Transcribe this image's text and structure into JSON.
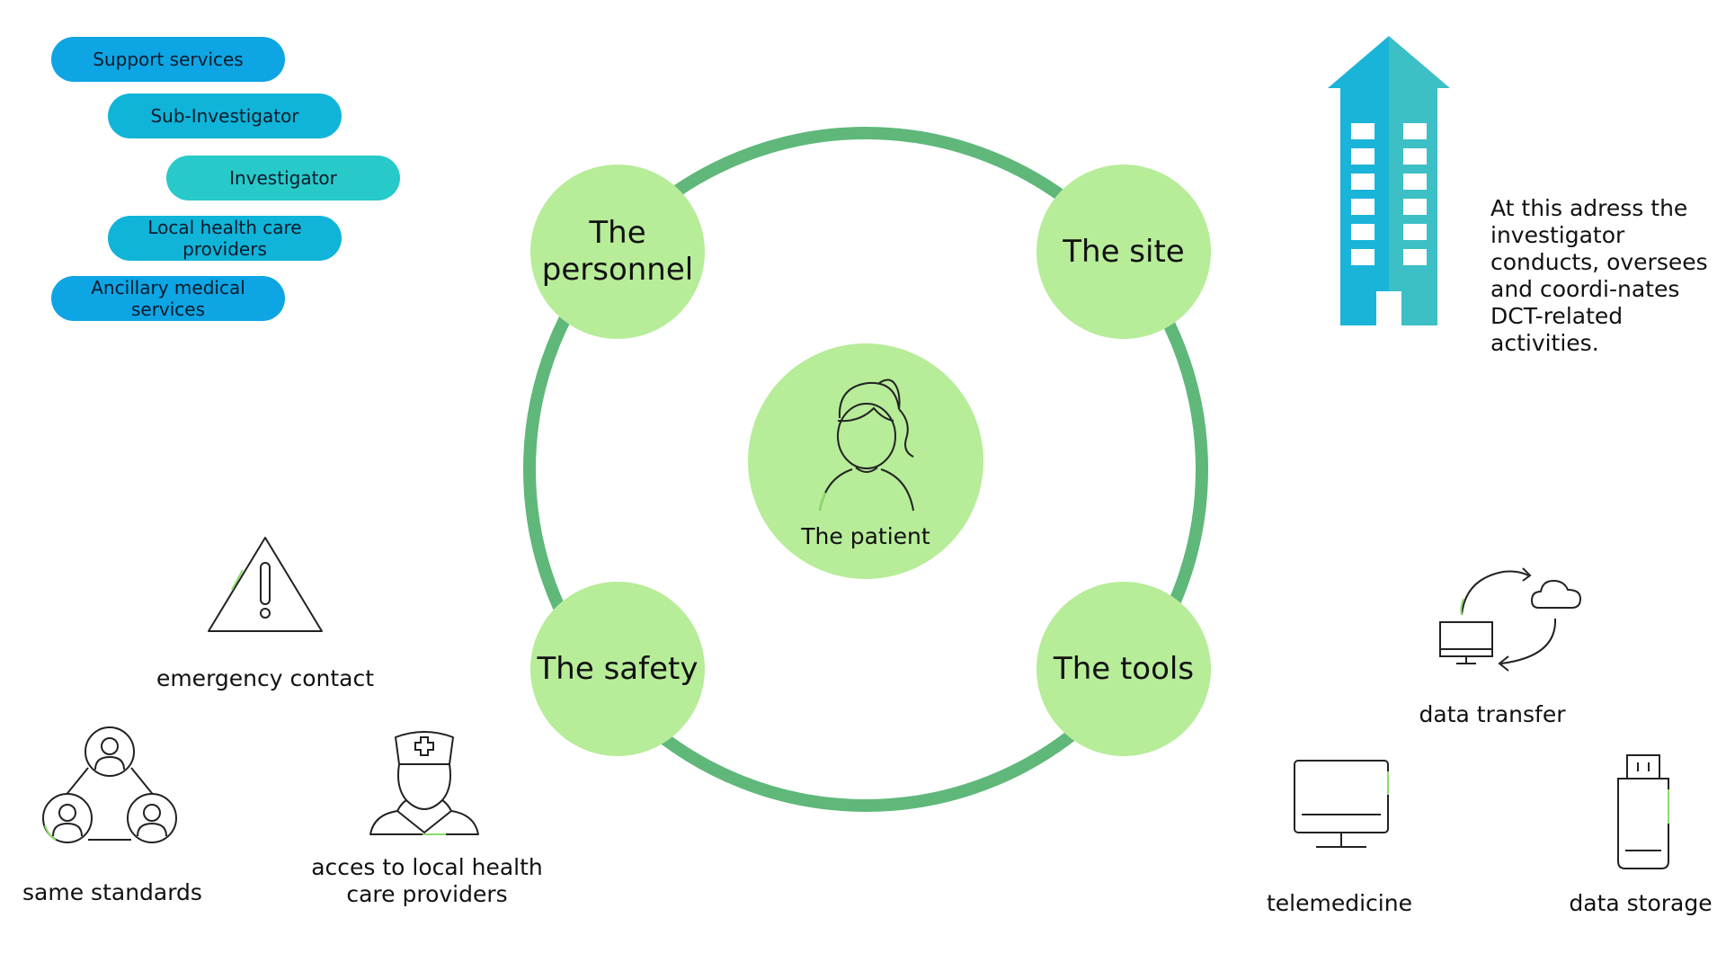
{
  "roles": [
    {
      "label": "Support services",
      "color": "#0ea5e4"
    },
    {
      "label": "Sub-Investigator",
      "color": "#10b4d8"
    },
    {
      "label": "Investigator",
      "color": "#27c9c9"
    },
    {
      "label": "Local health care providers",
      "color": "#10b4d8"
    },
    {
      "label": "Ancillary medical services",
      "color": "#0ea5e4"
    }
  ],
  "center": {
    "label": "The patient"
  },
  "pillars": {
    "personnel": "The personnel",
    "site": "The site",
    "safety": "The safety",
    "tools": "The tools"
  },
  "site_description": "At this adress the investigator conducts, oversees and coordi-nates DCT-related activities.",
  "safety_items": [
    {
      "label": "emergency contact",
      "icon": "warning-icon"
    },
    {
      "label": "same standards",
      "icon": "people-network-icon"
    },
    {
      "label": "acces to local health care providers",
      "icon": "nurse-icon"
    }
  ],
  "tool_items": [
    {
      "label": "data transfer",
      "icon": "cloud-sync-icon"
    },
    {
      "label": "telemedicine",
      "icon": "monitor-icon"
    },
    {
      "label": "data storage",
      "icon": "usb-drive-icon"
    }
  ],
  "colors": {
    "ring": "#5fb87a",
    "node_fill": "#b7ec99",
    "building_left": "#1bb4d9",
    "building_right": "#3dbfc6",
    "icon_stroke": "#222222",
    "icon_accent": "#8bdc6a"
  }
}
